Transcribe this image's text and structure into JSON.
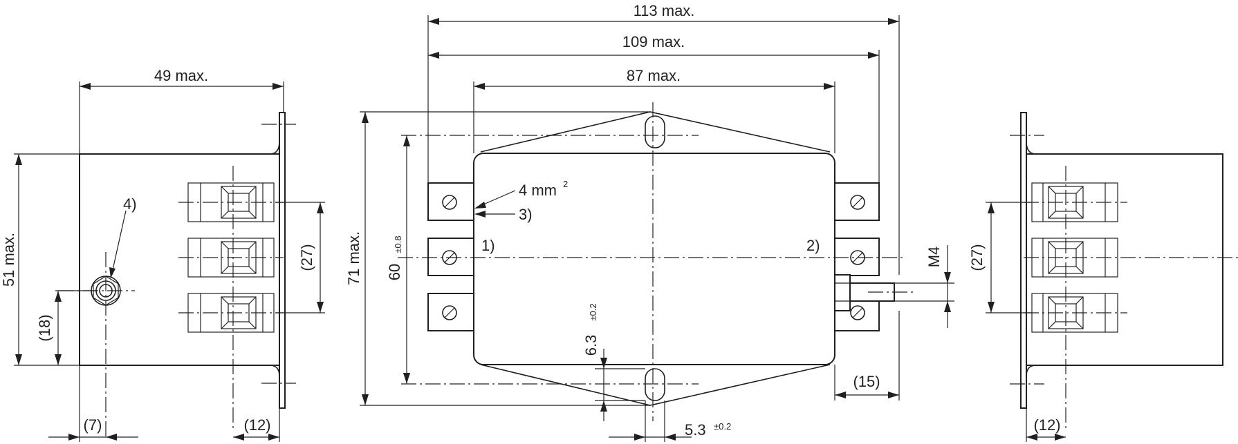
{
  "dimensions": {
    "overall_113": "113 max.",
    "width_109": "109 max.",
    "body_87": "87 max.",
    "depth_49": "49 max.",
    "height_51": "51 max.",
    "height_71": "71 max.",
    "hole_pitch_60": "60",
    "hole_pitch_60_tol": "±0.8",
    "slot_6_3": "6.3",
    "slot_6_3_tol": "±0.2",
    "slot_5_3": "5.3",
    "slot_5_3_tol": "±0.2",
    "left_18": "(18)",
    "left_7": "(7)",
    "left_12": "(12)",
    "left_27": "(27)",
    "right_27": "(27)",
    "right_12": "(12)",
    "stud_15": "(15)",
    "thread_m4": "M4"
  },
  "callouts": {
    "wire_size": "4 mm",
    "wire_size_sup": "2",
    "note_3": "3)",
    "note_4": "4)",
    "port_1": "1)",
    "port_2": "2)"
  }
}
